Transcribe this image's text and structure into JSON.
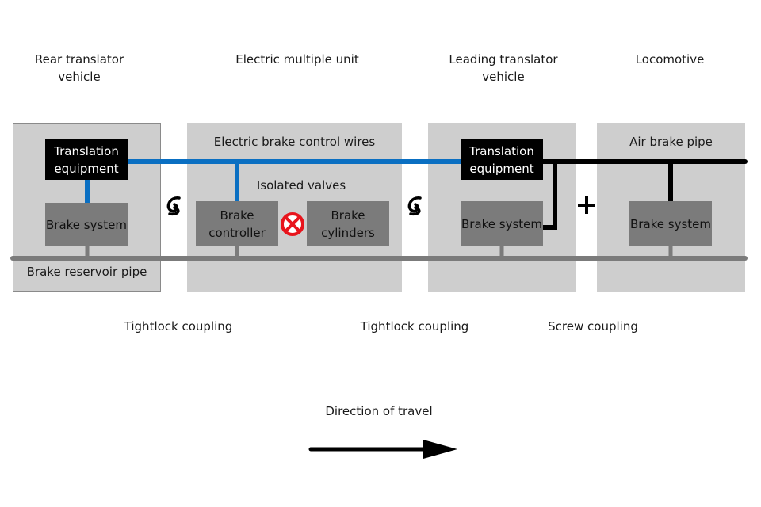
{
  "vehicles": [
    {
      "name": "Rear translator vehicle"
    },
    {
      "name": "Electric multiple unit"
    },
    {
      "name": "Leading translator vehicle"
    },
    {
      "name": "Locomotive"
    }
  ],
  "labels": {
    "electric_wires": "Electric brake control wires",
    "air_brake_pipe": "Air brake pipe",
    "isolated_valves": "Isolated valves",
    "reservoir_pipe": "Brake reservoir pipe"
  },
  "components": {
    "rear_translation": "Translation equipment",
    "rear_brake_system": "Brake system",
    "emu_controller": "Brake controller",
    "emu_cylinders": "Brake cylinders",
    "lead_translation": "Translation equipment",
    "lead_brake_system": "Brake system",
    "loco_brake_system": "Brake system"
  },
  "couplings": [
    "Tightlock coupling",
    "Tightlock coupling",
    "Screw coupling"
  ],
  "direction": "Direction of travel",
  "colors": {
    "electric_wire": "#0a6fc2",
    "air_pipe": "#000000",
    "reservoir_pipe": "#7b7b7b",
    "isolation_mark": "#e8141c"
  }
}
